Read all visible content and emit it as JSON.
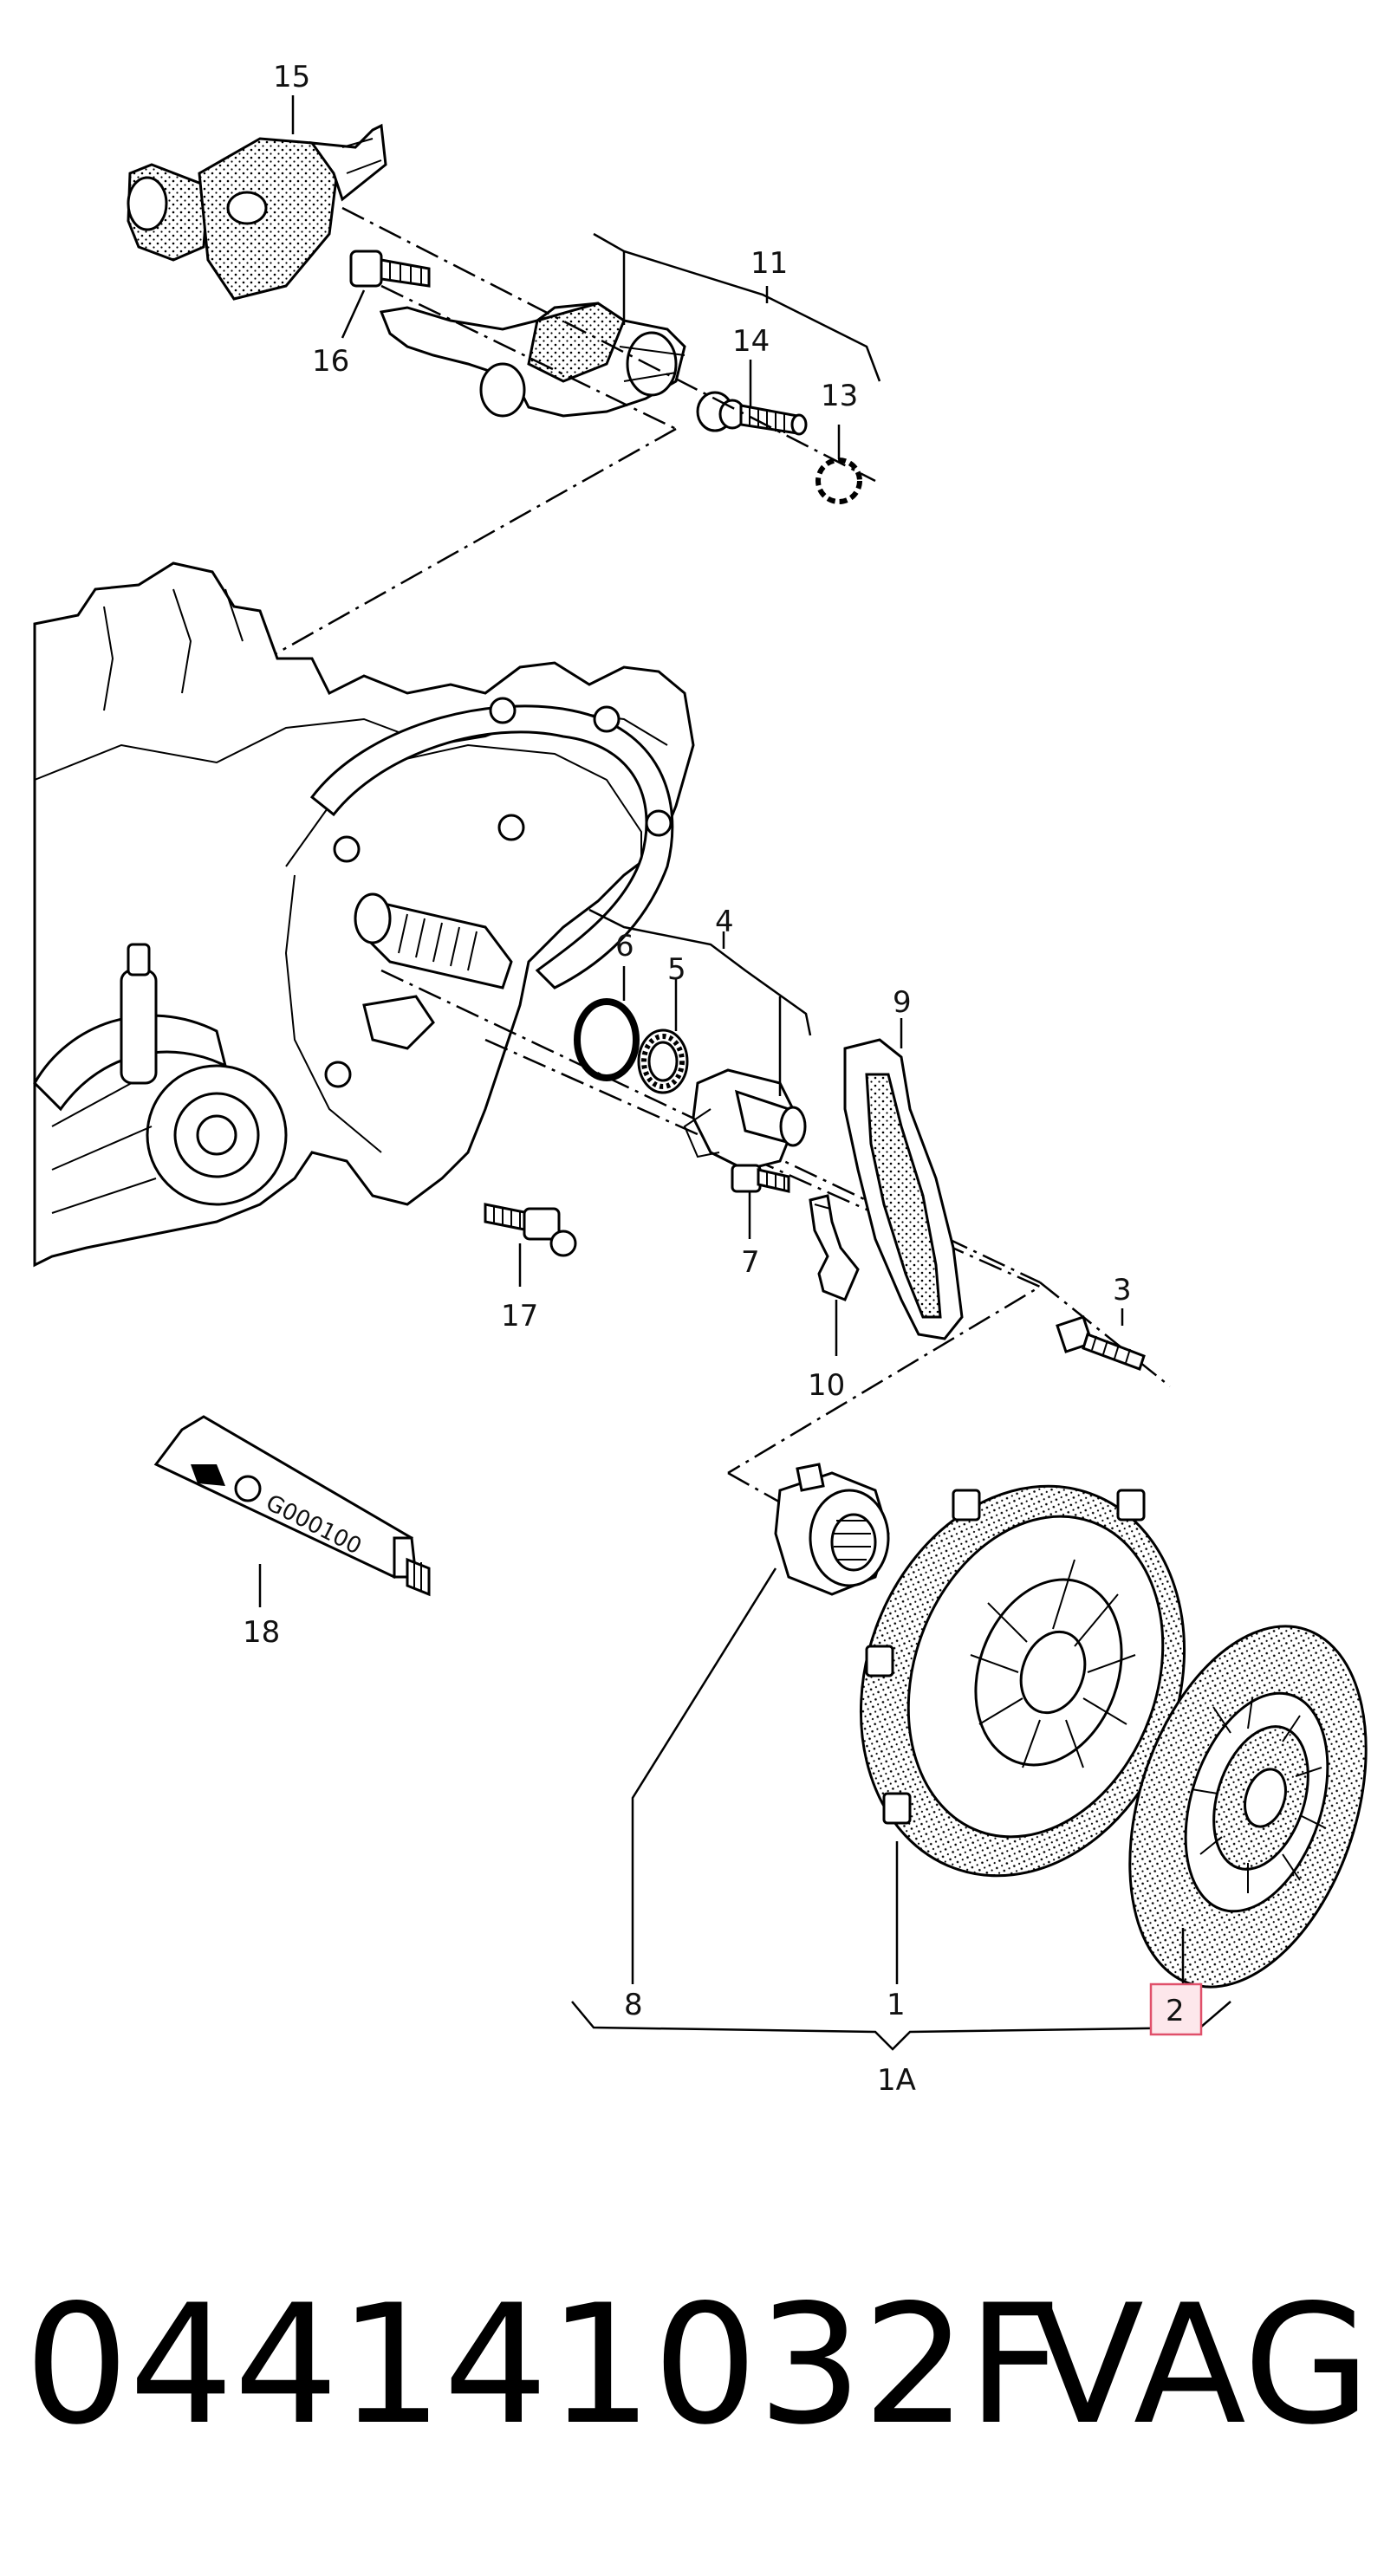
{
  "callouts": {
    "c15": "15",
    "c11": "11",
    "c16": "16",
    "c14": "14",
    "c13": "13",
    "c6": "6",
    "c5": "5",
    "c4": "4",
    "c9": "9",
    "c17": "17",
    "c7": "7",
    "c10": "10",
    "c3": "3",
    "c18": "18",
    "c8": "8",
    "c1": "1",
    "c2": "2",
    "c1A": "1A"
  },
  "tube_label": "G000100",
  "highlight_color": "#e0506a",
  "footer": {
    "part_number": "044141032F",
    "brand": "VAG"
  }
}
